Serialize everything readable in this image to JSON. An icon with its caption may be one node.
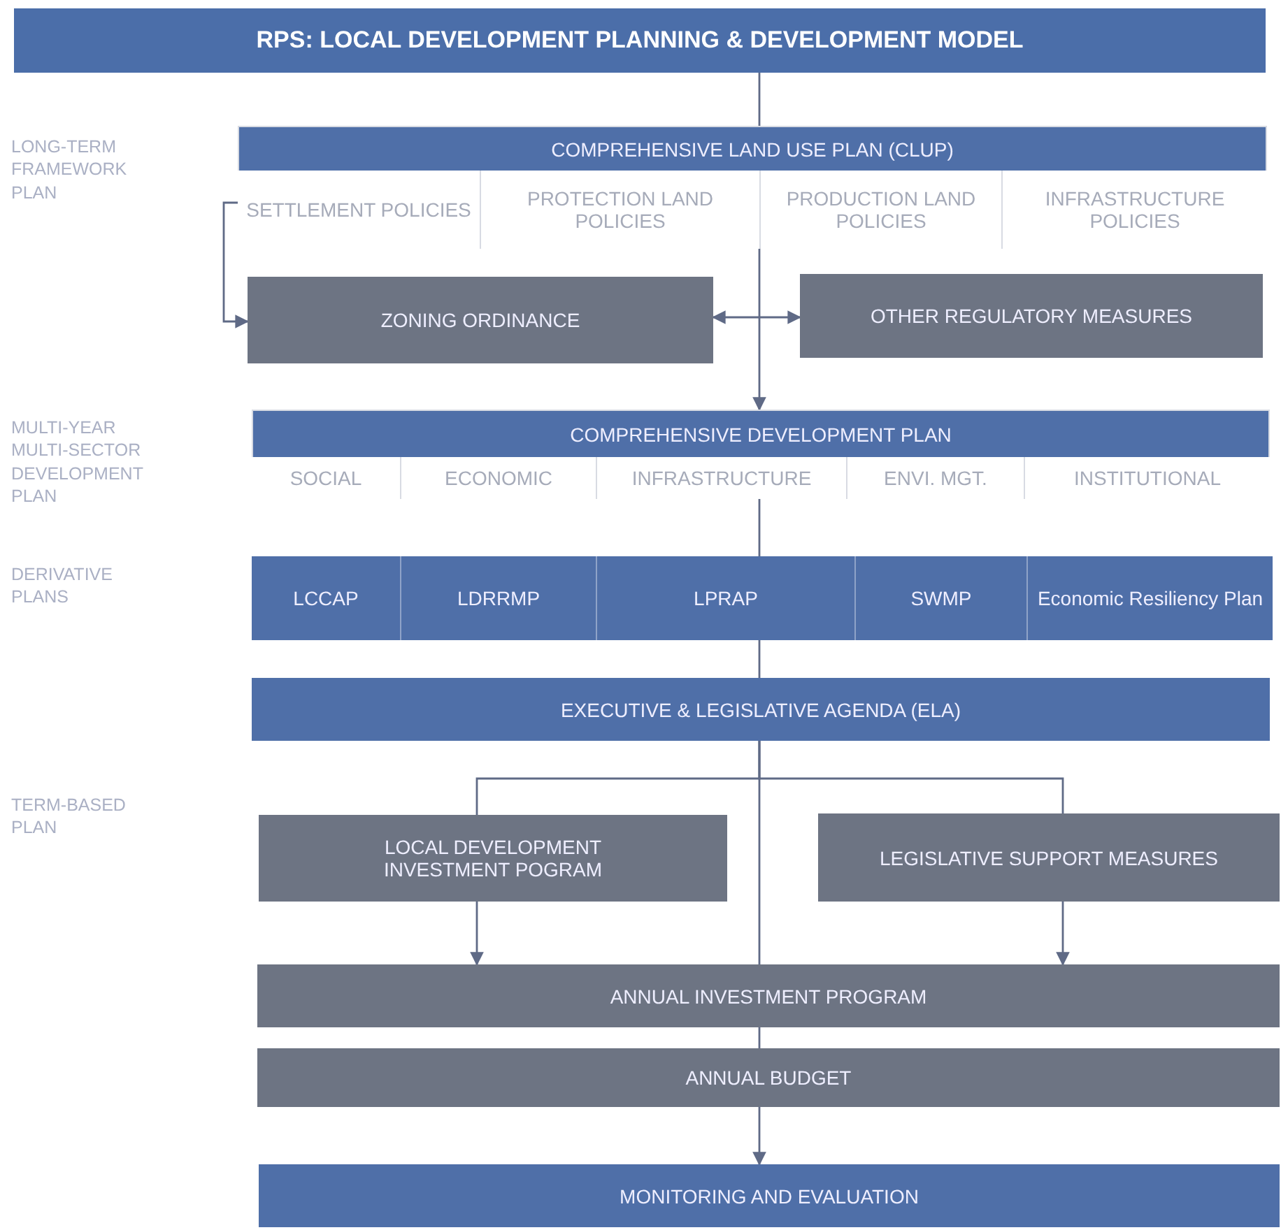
{
  "diagram": {
    "nodes": [
      {
        "text": [
          "RPS: LOCAL DEVELOPMENT PLANNING & DEVELOPMENT MODEL"
        ]
      },
      {
        "text": [
          "COMPREHENSIVE LAND USE PLAN (CLUP)"
        ]
      },
      {
        "text": [
          "SETTLEMENT POLICIES"
        ],
        "in": 1
      },
      {
        "text": [
          "PROTECTION LAND POLICIES"
        ],
        "in": 1
      },
      {
        "text": [
          "PRODUCTION LAND POLICIES"
        ],
        "in": 1
      },
      {
        "text": [
          "INFRASTRUCTURE POLICIES"
        ],
        "in": 1
      },
      {
        "text": [
          "ZONING ORDINANCE"
        ]
      },
      {
        "text": [
          "OTHER REGULATORY MEASURES"
        ]
      },
      {
        "text": [
          "COMPREHENSIVE DEVELOPMENT PLAN"
        ]
      },
      {
        "text": [
          "SOCIAL"
        ],
        "in": 8
      },
      {
        "text": [
          "ECONOMIC"
        ],
        "in": 8
      },
      {
        "text": [
          "INFRASTRUCTURE"
        ],
        "in": 8
      },
      {
        "text": [
          "ENVI. MGT."
        ],
        "in": 8
      },
      {
        "text": [
          "INSTITUTIONAL"
        ],
        "in": 8
      },
      {
        "text": [
          "LCCAP"
        ]
      },
      {
        "text": [
          "LDRRMP"
        ]
      },
      {
        "text": [
          "LPRAP"
        ]
      },
      {
        "text": [
          "SWMP"
        ]
      },
      {
        "text": [
          "Economic Resiliency Plan"
        ]
      },
      {
        "text": [
          "EXECUTIVE & LEGISLATIVE AGENDA (ELA)"
        ]
      },
      {
        "text": [
          "LOCAL DEVELOPMENT INVESTMENT POGRAM"
        ]
      },
      {
        "text": [
          "LEGISLATIVE SUPPORT MEASURES"
        ]
      },
      {
        "text": [
          "ANNUAL INVESTMENT PROGRAM"
        ]
      },
      {
        "text": [
          "ANNUAL BUDGET"
        ]
      },
      {
        "text": [
          "MONITORING AND EVALUATION"
        ]
      }
    ],
    "edges": [
      {
        "from": 0,
        "to": 1,
        "arrow": "none"
      },
      {
        "from": 1,
        "to": 6,
        "arrow": "to"
      },
      {
        "from": 6,
        "to": 7,
        "arrow": "both"
      },
      {
        "from": 1,
        "to": 8,
        "arrow": "to"
      },
      {
        "from": 8,
        "to": 16,
        "arrow": "none"
      },
      {
        "from": 16,
        "to": 19,
        "arrow": "none"
      },
      {
        "from": 19,
        "to": 20,
        "arrow": "none"
      },
      {
        "from": 19,
        "to": 21,
        "arrow": "none"
      },
      {
        "from": 20,
        "to": 22,
        "arrow": "to"
      },
      {
        "from": 21,
        "to": 22,
        "arrow": "to"
      },
      {
        "from": 19,
        "to": 22,
        "arrow": "none"
      },
      {
        "from": 22,
        "to": 23,
        "arrow": "none"
      },
      {
        "from": 23,
        "to": 24,
        "arrow": "to"
      }
    ],
    "labels": [
      "LONG-TERM FRAMEWORK PLAN",
      "MULTI-YEAR MULTI-SECTOR DEVELOPMENT PLAN",
      "DERIVATIVE PLANS",
      "TERM-BASED PLAN"
    ]
  }
}
